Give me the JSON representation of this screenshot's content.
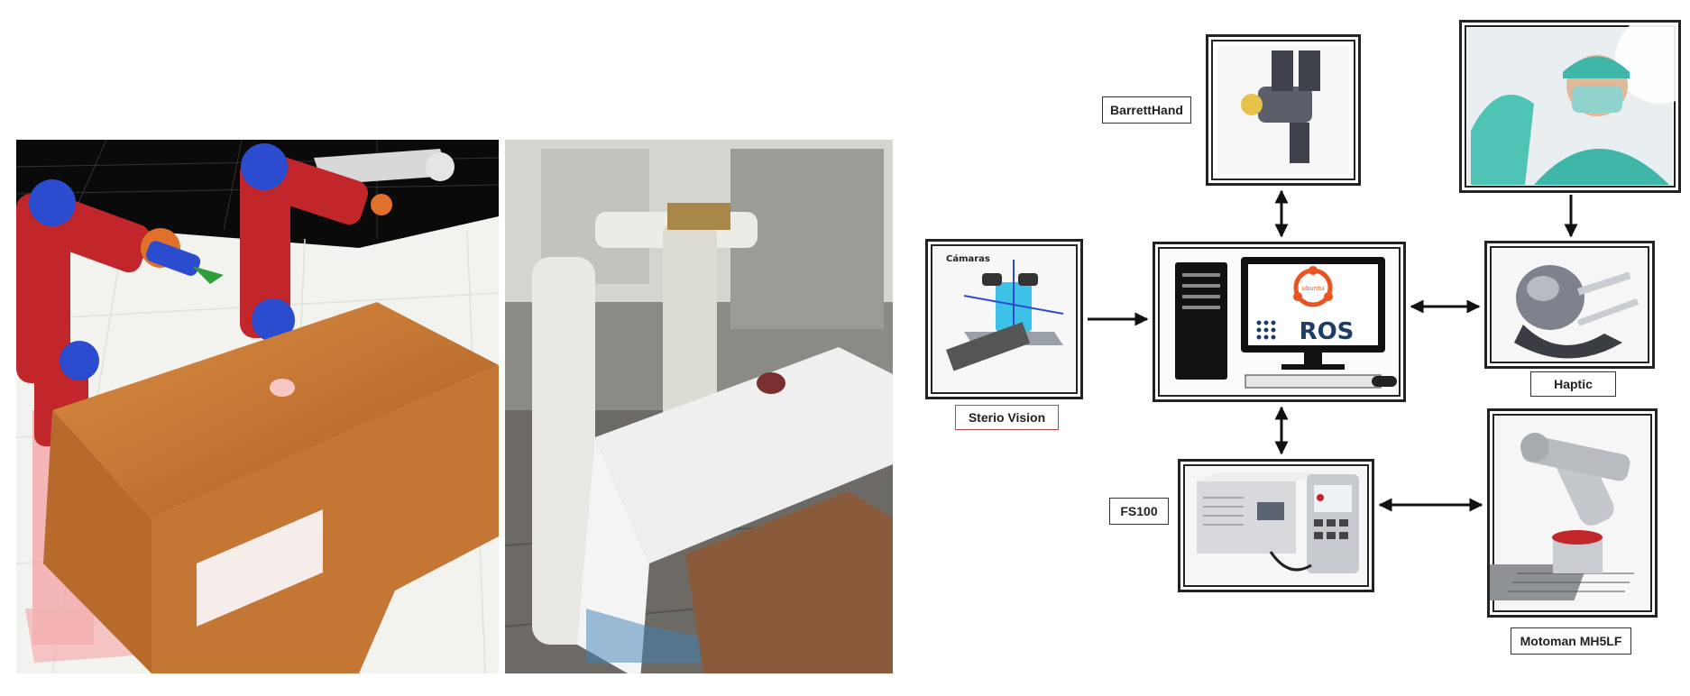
{
  "figure": {
    "left_panel": {
      "title": ""
    },
    "diagram": {
      "labels": {
        "barretthand": "BarrettHand",
        "stereo_vision": "Sterio Vision",
        "haptic": "Haptic",
        "fs100": "FS100",
        "motoman": "Motoman MH5LF",
        "ros": "ROS",
        "ubuntu": "ubuntu",
        "camaras": "Cámaras"
      },
      "colors": {
        "ubuntu_orange": "#e95420",
        "surgeon_scrubs": "#3fb7a8",
        "robot_red": "#c0262a",
        "table_wood": "#c97a34"
      }
    }
  }
}
